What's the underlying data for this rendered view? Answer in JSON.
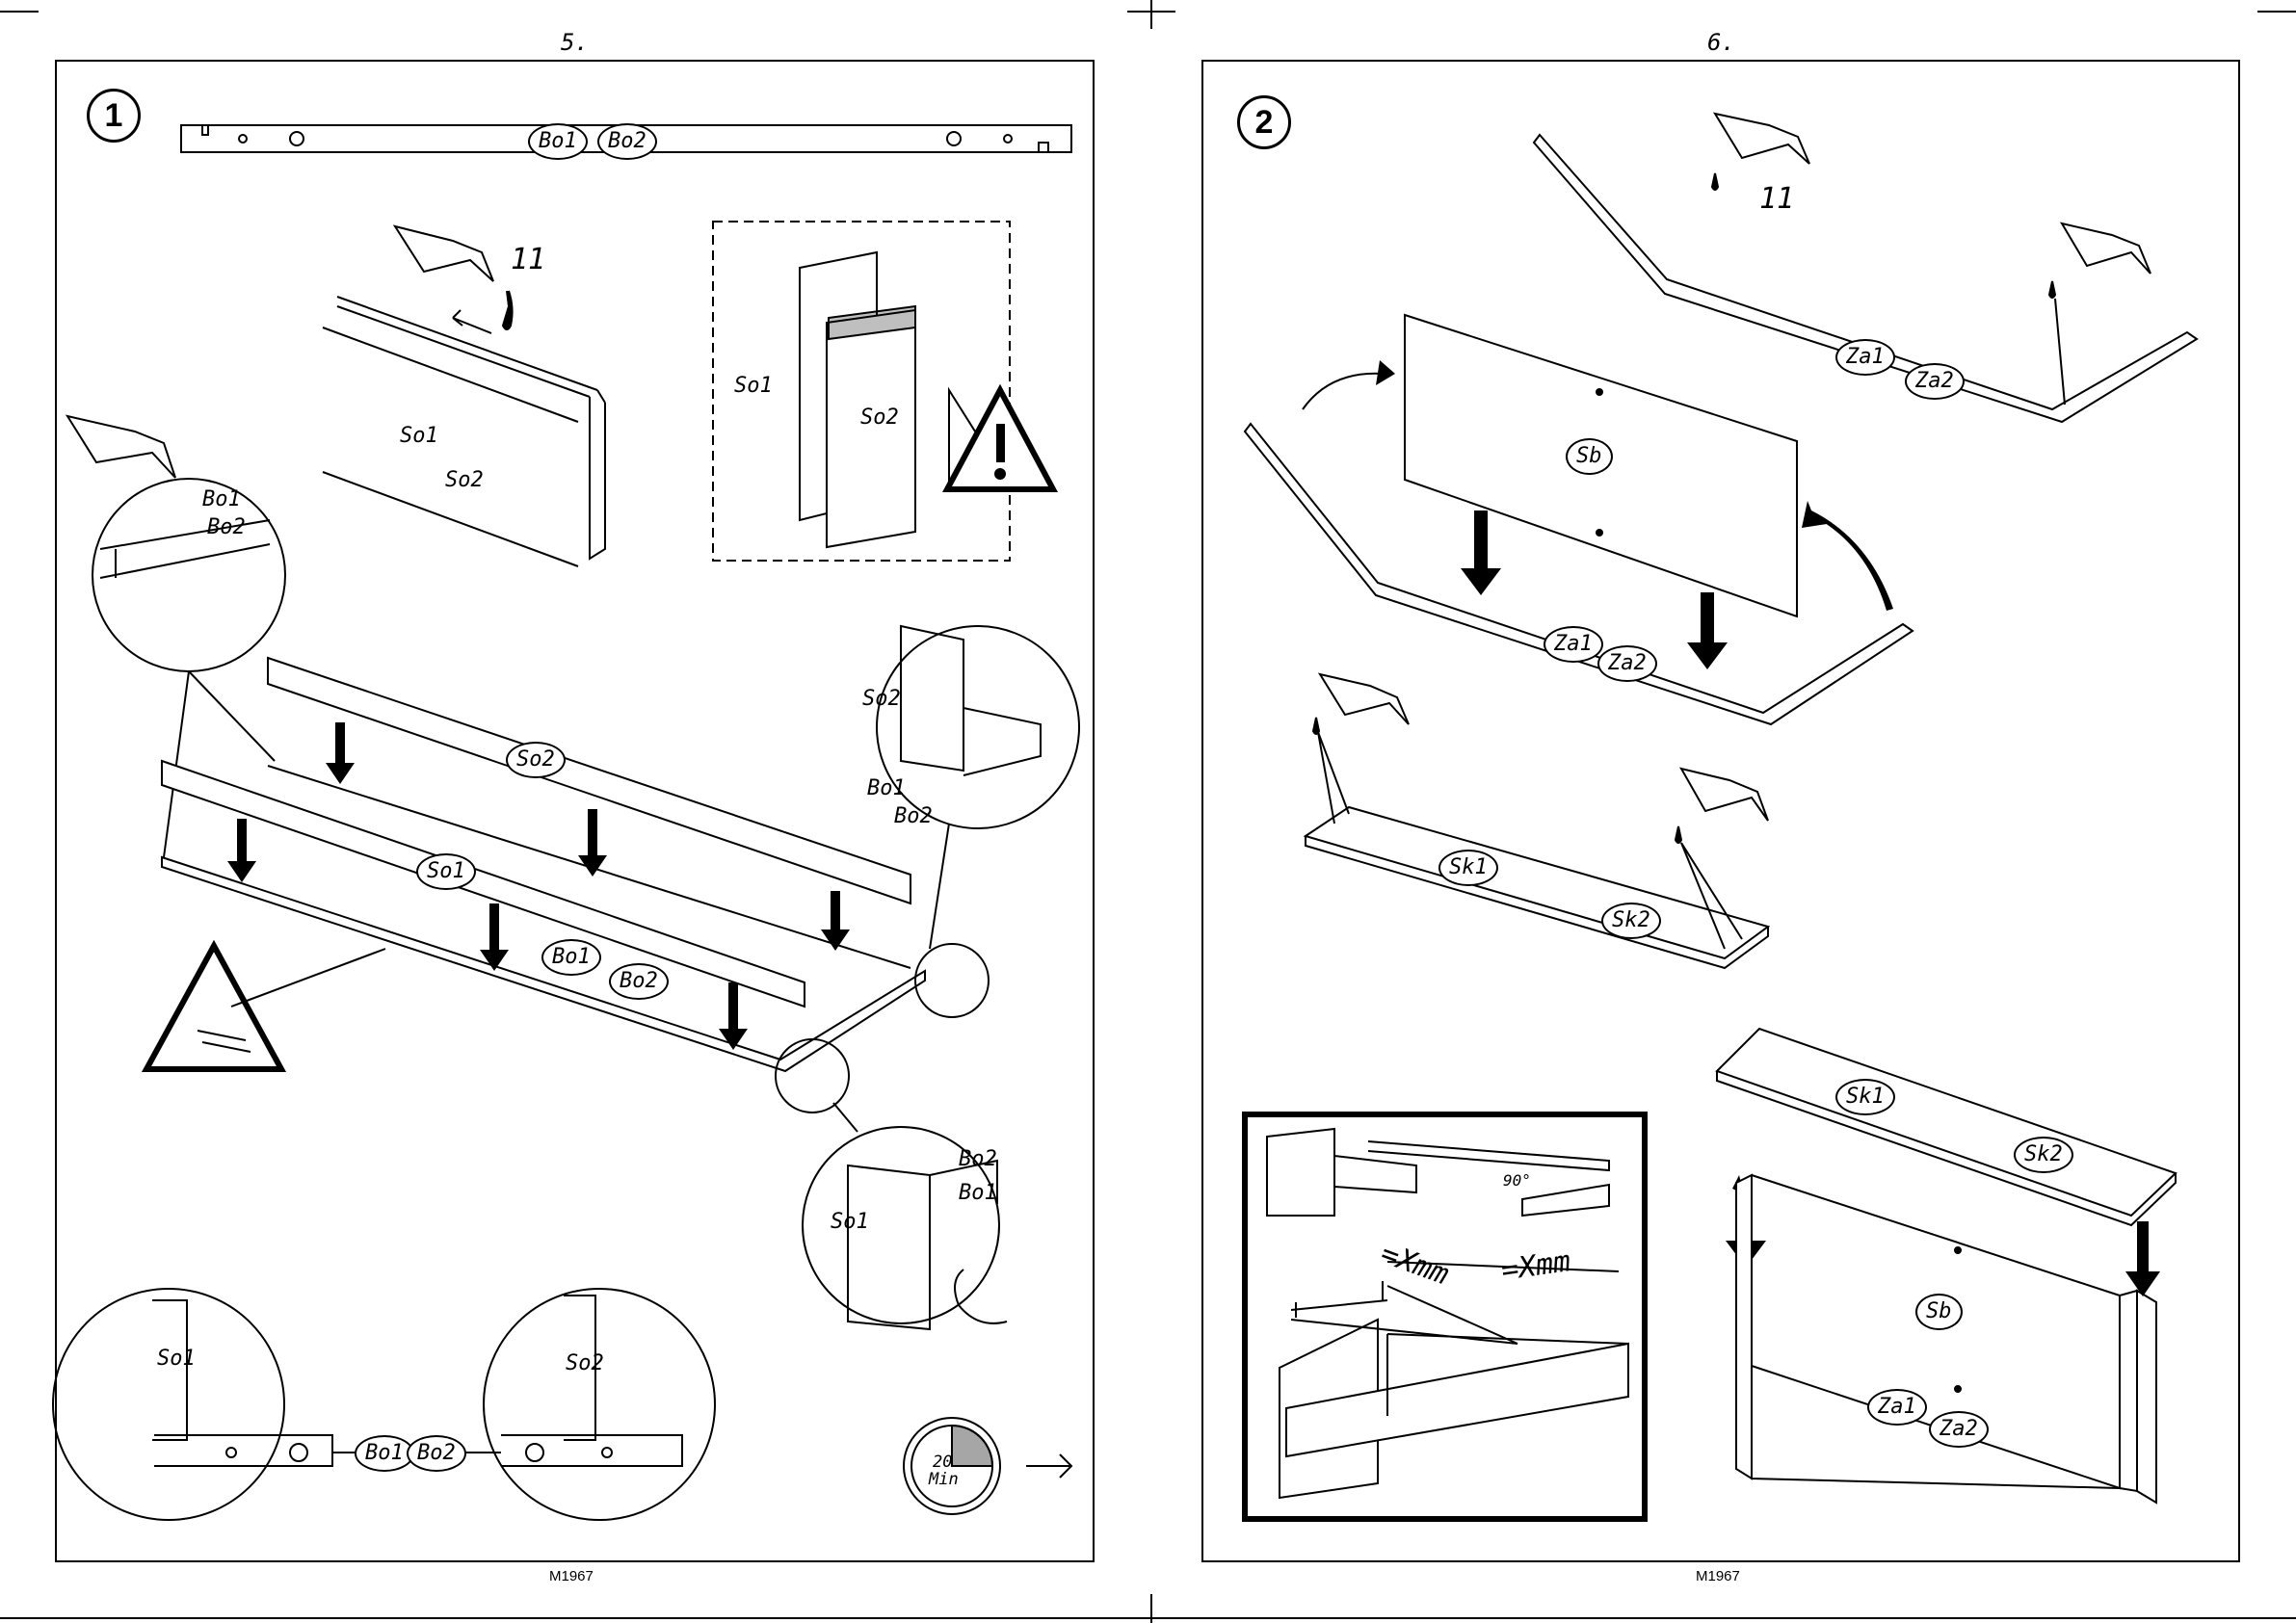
{
  "left_page": {
    "page_number": "5.",
    "doc_code": "M1967",
    "step": "1",
    "glue_count": "11",
    "labels": {
      "so1_board": "So1",
      "so2_board": "So2",
      "detail_so1": "So1",
      "detail_so2": "So2",
      "glue_bo1": "Bo1",
      "glue_bo2": "Bo2",
      "zoom_so2": "So2",
      "zoom_bo1": "Bo1",
      "zoom_bo2": "Bo2",
      "zoom2_bo2": "Bo2",
      "zoom2_bo1": "Bo1",
      "zoom2_so1": "So1",
      "bottom_so1": "So1",
      "bottom_so2": "So2"
    },
    "ovals": {
      "top_bo1": "Bo1",
      "top_bo2": "Bo2",
      "rail_so2": "So2",
      "rail_so1": "So1",
      "base_bo1": "Bo1",
      "base_bo2": "Bo2",
      "bottom_bo1": "Bo1",
      "bottom_bo2": "Bo2"
    },
    "timer": {
      "value": "20",
      "unit": "Min"
    }
  },
  "right_page": {
    "page_number": "6.",
    "doc_code": "M1967",
    "step": "2",
    "glue_count": "11",
    "ovals": {
      "top_za1": "Za1",
      "top_za2": "Za2",
      "panel_sb": "Sb",
      "mid_za1": "Za1",
      "mid_za2": "Za2",
      "sk1": "Sk1",
      "sk2": "Sk2",
      "final_sk1": "Sk1",
      "final_sk2": "Sk2",
      "final_sb": "Sb",
      "final_za1": "Za1",
      "final_za2": "Za2"
    },
    "measure": {
      "diag1": "=Xmm",
      "diag2": "=Xmm",
      "angle": "90°"
    }
  }
}
